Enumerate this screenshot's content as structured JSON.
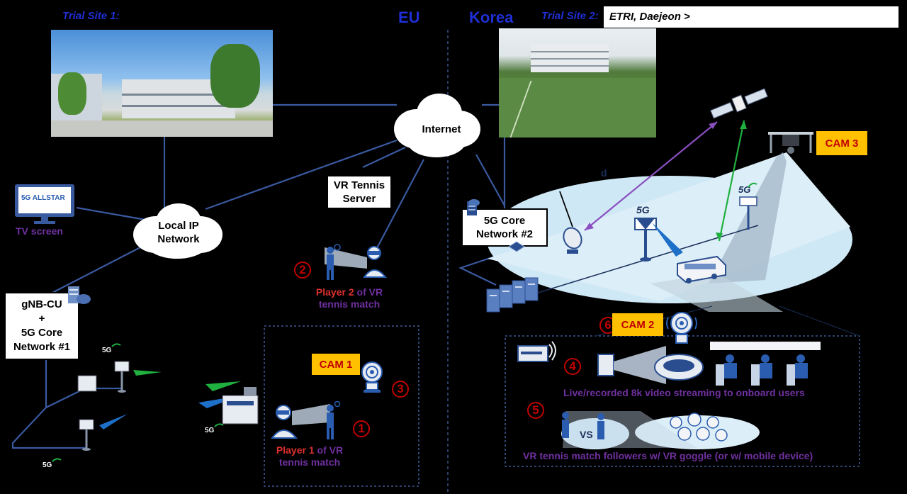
{
  "header": {
    "trial_site_1": "Trial Site 1:",
    "region_eu": "EU",
    "region_korea": "Korea",
    "trial_site_2": "Trial Site 2:",
    "site2_location": "ETRI, Daejeon >"
  },
  "nodes": {
    "internet": "Internet",
    "local_ip_network": "Local IP\nNetwork",
    "vr_tennis_server": "VR Tennis\nServer",
    "core_network_2": "5G Core\nNetwork #2",
    "gnb_cu": "gNB-CU\n+\n5G Core\nNetwork #1",
    "tv_screen": "TV screen",
    "tv_brand": "5G ALLSTAR"
  },
  "cameras": {
    "cam1": "CAM 1",
    "cam2": "CAM 2",
    "cam3": "CAM 3"
  },
  "markers": {
    "m1": "1",
    "m2": "2",
    "m3": "3",
    "m4": "4",
    "m5": "5",
    "m6": "6"
  },
  "players": {
    "player1_prefix": "Player 1",
    "player1_suffix": " of VR",
    "player1_line2": "tennis match",
    "player2_prefix": "Player 2",
    "player2_suffix": " of VR",
    "player2_line2": "tennis match"
  },
  "korea_panel": {
    "streaming_caption": "Live/recorded 8k video streaming to onboard users",
    "vs_label": "VS",
    "followers_caption": "VR tennis match followers w/ VR goggle (or w/ mobile device)"
  },
  "badges": {
    "fiveg_1": "5G",
    "fiveg_2": "5G",
    "fiveg_small": "5G",
    "d_label": "d"
  },
  "colors": {
    "background": "#000000",
    "link_blue": "#3a5aa0",
    "region_blue": "#1f2fd6",
    "cam_fill": "#ffc000",
    "marker_red": "#c00000",
    "purple_text": "#7030a0",
    "satellite_link": "#8a4fc0",
    "drone_link": "#20b040"
  }
}
